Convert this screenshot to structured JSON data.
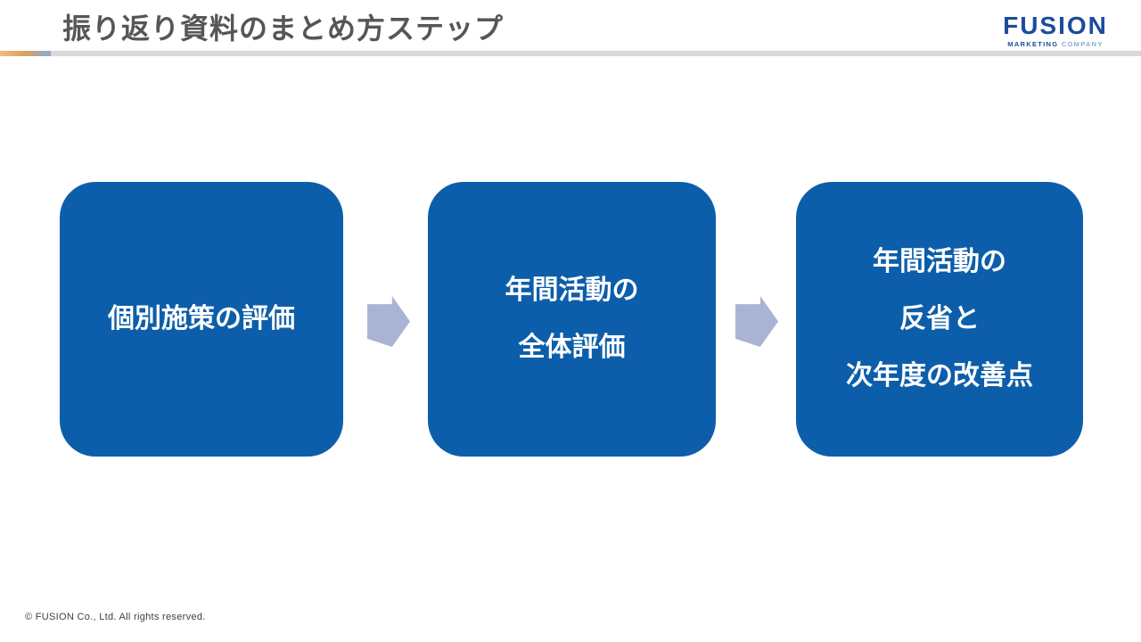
{
  "header": {
    "title": "振り返り資料のまとめ方ステップ",
    "logo": {
      "name": "FUSION",
      "tagline_strong": "MARKETING",
      "tagline_light": "COMPANY"
    }
  },
  "steps": [
    {
      "lines": [
        "個別施策の評価"
      ]
    },
    {
      "lines": [
        "年間活動の",
        "全体評価"
      ]
    },
    {
      "lines": [
        "年間活動の",
        "反省と",
        "次年度の改善点"
      ]
    }
  ],
  "footer": {
    "copyright": "© FUSION Co., Ltd. All rights reserved."
  },
  "colors": {
    "box_blue": "#0D5EAA",
    "arrow": "#A9B4D5",
    "logo_navy": "#1D4B9C",
    "logo_light": "#8FA9D0",
    "title_gray": "#565656",
    "line_gray": "#D9D9D9",
    "accent_orange": "#E8AE6A",
    "accent_blue": "#93A9CB",
    "footer_gray": "#3E3E3E"
  }
}
